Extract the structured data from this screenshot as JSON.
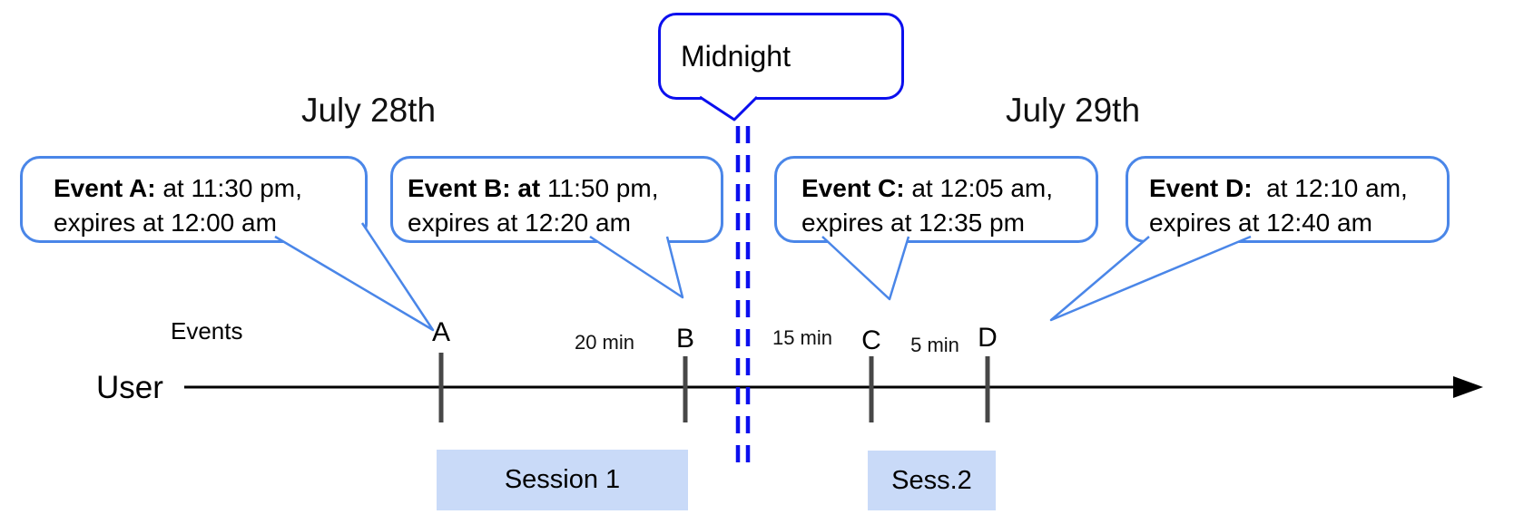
{
  "colors": {
    "event_callout_border": "#4a86e8",
    "midnight_accent": "#0b0fee",
    "session_fill": "#c9daf8",
    "timeline": "#000000",
    "tick": "#474747"
  },
  "dates": {
    "left": "July 28th",
    "right": "July 29th"
  },
  "midnight": {
    "label": "Midnight"
  },
  "events": [
    {
      "label": "A",
      "bold": "Event A:",
      "rest": " at 11:30 pm,",
      "line2": "expires at 12:00 am"
    },
    {
      "label": "B",
      "bold": "Event B: at",
      "rest": " 11:50 pm,",
      "line2": "expires at 12:20 am"
    },
    {
      "label": "C",
      "bold": "Event C:",
      "rest": " at 12:05 am,",
      "line2": "expires at 12:35 pm"
    },
    {
      "label": "D",
      "bold": "Event D:",
      "rest": "  at 12:10 am,",
      "line2": "expires at 12:40 am"
    }
  ],
  "timeline": {
    "axis_label": "User",
    "events_label": "Events"
  },
  "gaps": [
    {
      "label": "20 min"
    },
    {
      "label": "15 min"
    },
    {
      "label": "5 min"
    }
  ],
  "sessions": [
    {
      "label": "Session 1"
    },
    {
      "label": "Sess.2"
    }
  ]
}
